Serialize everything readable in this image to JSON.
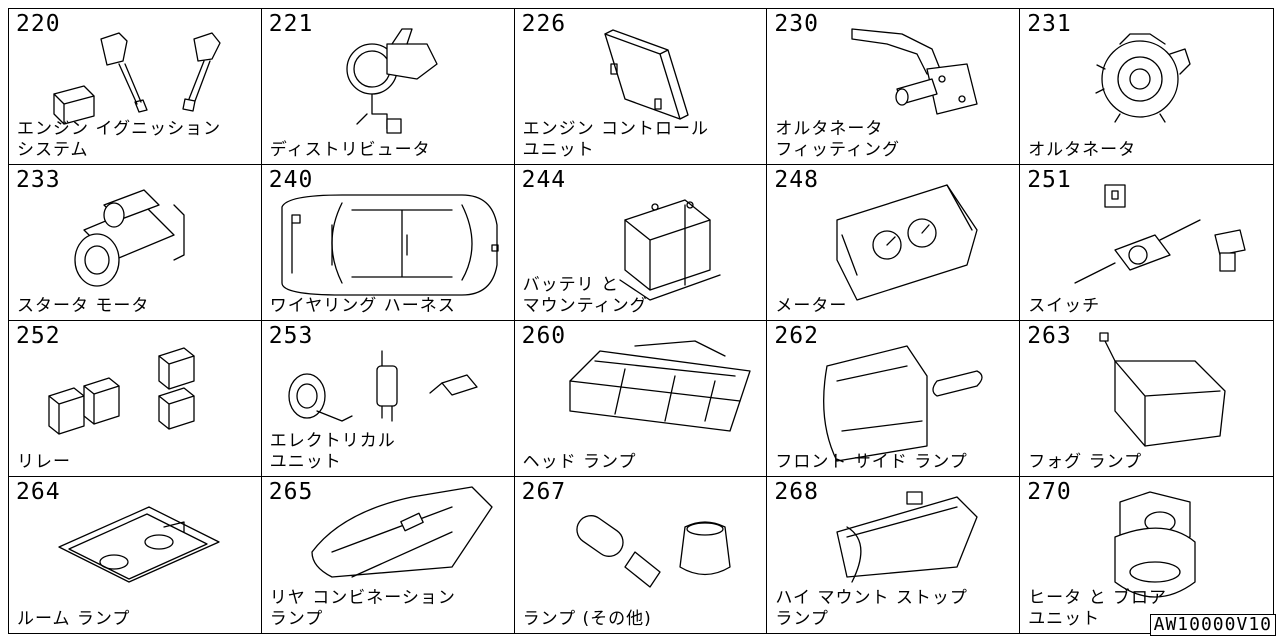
{
  "cells": [
    {
      "code": "220",
      "name": "エンジン イグニッション\nシステム",
      "icon": "ignition-system-icon"
    },
    {
      "code": "221",
      "name": "ディストリビュータ",
      "icon": "distributor-icon"
    },
    {
      "code": "226",
      "name": "エンジン コントロール\nユニット",
      "icon": "control-unit-icon"
    },
    {
      "code": "230",
      "name": "オルタネータ\nフィッティング",
      "icon": "alternator-bracket-icon"
    },
    {
      "code": "231",
      "name": "オルタネータ",
      "icon": "alternator-icon"
    },
    {
      "code": "233",
      "name": "スタータ モータ",
      "icon": "starter-motor-icon"
    },
    {
      "code": "240",
      "name": "ワイヤリング ハーネス",
      "icon": "wiring-harness-icon"
    },
    {
      "code": "244",
      "name": "バッテリ と\nマウンティング",
      "icon": "battery-icon"
    },
    {
      "code": "248",
      "name": "メーター",
      "icon": "meter-cluster-icon"
    },
    {
      "code": "251",
      "name": "スイッチ",
      "icon": "switch-icon"
    },
    {
      "code": "252",
      "name": "リレー",
      "icon": "relay-icon"
    },
    {
      "code": "253",
      "name": "エレクトリカル\nユニット",
      "icon": "horn-icon"
    },
    {
      "code": "260",
      "name": "ヘッド ランプ",
      "icon": "head-lamp-icon"
    },
    {
      "code": "262",
      "name": "フロント サイド ランプ",
      "icon": "front-side-lamp-icon"
    },
    {
      "code": "263",
      "name": "フォグ ランプ",
      "icon": "fog-lamp-icon"
    },
    {
      "code": "264",
      "name": "ルーム ランプ",
      "icon": "room-lamp-icon"
    },
    {
      "code": "265",
      "name": "リヤ コンビネーション\nランプ",
      "icon": "rear-combination-lamp-icon"
    },
    {
      "code": "267",
      "name": "ランプ (その他)",
      "icon": "bulb-icon"
    },
    {
      "code": "268",
      "name": "ハイ マウント ストップ\nランプ",
      "icon": "high-mount-stop-lamp-icon"
    },
    {
      "code": "270",
      "name": "ヒータ と ブロア\nユニット",
      "icon": "heater-blower-icon"
    }
  ],
  "plate": "AW10000V10"
}
